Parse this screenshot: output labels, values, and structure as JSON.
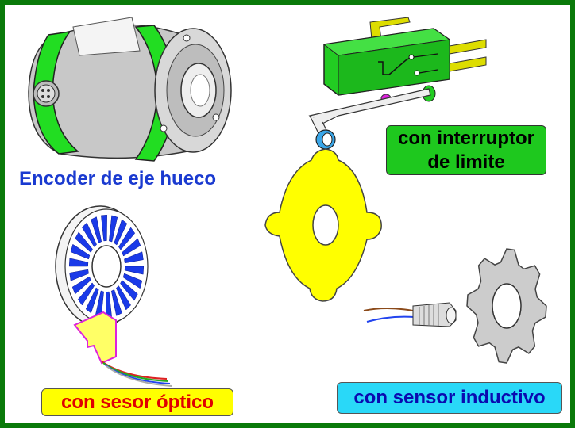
{
  "labels": {
    "hollow_shaft": "Encoder de eje hueco",
    "limit_switch_line1": "con interruptor",
    "limit_switch_line2": "de limite",
    "optical": "con sesor óptico",
    "inductive": "con sensor inductivo"
  },
  "colors": {
    "frame": "#0a7a0a",
    "encoder_band": "#22dd22",
    "encoder_body": "#c8c8c8",
    "switch_body": "#22cc22",
    "switch_terminal": "#dddd00",
    "cam_yellow": "#ffff00",
    "optical_disk_slots": "#1a3ae8",
    "optical_sensor": "#ffff55",
    "gear": "#cccccc",
    "label_switch_bg": "#1ec81e",
    "label_optical_bg": "#ffff00",
    "label_optical_text": "#e00000",
    "label_inductive_bg": "#29d8f8",
    "label_inductive_text": "#0a0ab0",
    "label_hollow_text": "#1a3ad0"
  }
}
